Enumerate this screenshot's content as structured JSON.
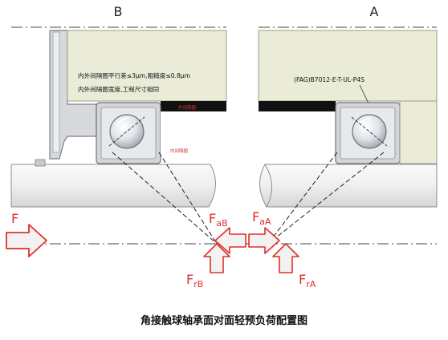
{
  "labels": {
    "side_b": "B",
    "side_a": "A",
    "note_line1": "内外间隔圈平行差≤3μm,粗糙度≤0.8μm",
    "note_line2": "内外间隔圈宽度,工程尺寸相同",
    "outer_spacer": "外间隔圈",
    "inner_spacer": "内间隔圈",
    "part_number": "(FAG)B7012-E-T-UL-P4S",
    "force_f": "F",
    "fab_main": "F",
    "fab_sub": "aB",
    "faa_main": "F",
    "faa_sub": "aA",
    "frb_main": "F",
    "frb_sub": "rB",
    "fra_main": "F",
    "fra_sub": "rA",
    "caption": "角接触球轴承面对面轻预负荷配置图"
  },
  "colors": {
    "housing_fill": "#eaecd8",
    "housing_edge": "#7c7f86",
    "ring_fill": "#d2d5d7",
    "shaft_top": "#f6f6f6",
    "shaft_bottom": "#dcdcdc",
    "spacer_black": "#111111",
    "force_red": "#e0302a",
    "arrow_fill": "#f2f2f2",
    "arrow_edge": "#e0302a"
  }
}
